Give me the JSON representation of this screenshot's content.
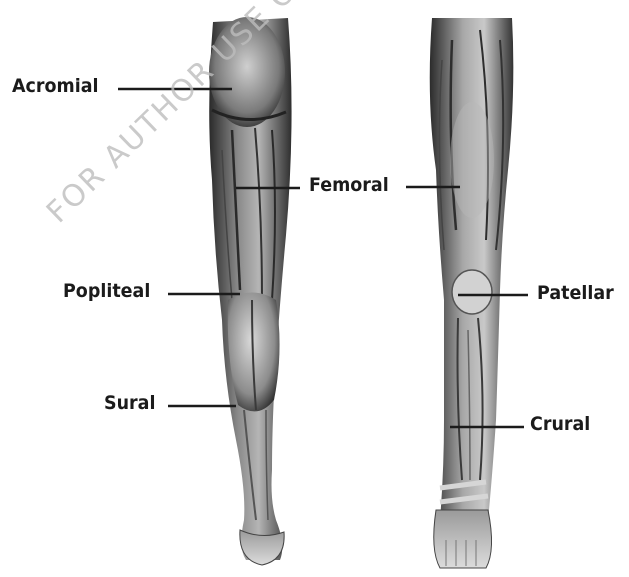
{
  "labels": {
    "acromial": "Acromial",
    "femoral": "Femoral",
    "popliteal": "Popliteal",
    "patellar": "Patellar",
    "sural": "Sural",
    "crural": "Crural"
  },
  "watermark": "FOR AUTHOR USE ONLY",
  "colors": {
    "background": "#ffffff",
    "label_text": "#1b1b1b",
    "leader_line": "#1b1b1b",
    "muscle_dark": "#3a3a3a",
    "muscle_light": "#d8d8d8",
    "watermark": "#bdbdbd"
  }
}
